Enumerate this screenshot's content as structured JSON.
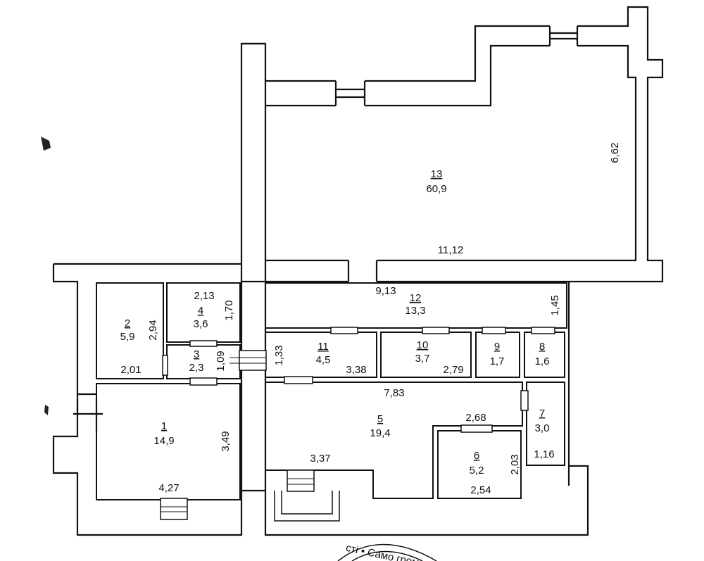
{
  "rooms": [
    {
      "id": "1",
      "number": "1",
      "area": "14,9"
    },
    {
      "id": "2",
      "number": "2",
      "area": "5,9"
    },
    {
      "id": "3",
      "number": "3",
      "area": "2,3"
    },
    {
      "id": "4",
      "number": "4",
      "area": "3,6"
    },
    {
      "id": "5",
      "number": "5",
      "area": "19,4"
    },
    {
      "id": "6",
      "number": "6",
      "area": "5,2"
    },
    {
      "id": "7",
      "number": "7",
      "area": "3,0"
    },
    {
      "id": "8",
      "number": "8",
      "area": "1,6"
    },
    {
      "id": "9",
      "number": "9",
      "area": "1,7"
    },
    {
      "id": "10",
      "number": "10",
      "area": "3,7"
    },
    {
      "id": "11",
      "number": "11",
      "area": "4,5"
    },
    {
      "id": "12",
      "number": "12",
      "area": "13,3"
    },
    {
      "id": "13",
      "number": "13",
      "area": "60,9"
    }
  ],
  "dimensions": {
    "d662": "6,62",
    "d1112": "11,12",
    "d913": "9,13",
    "d145": "1,45",
    "d213": "2,13",
    "d170": "1,70",
    "d294": "2,94",
    "d201": "2,01",
    "d109": "1,09",
    "d133": "1,33",
    "d338": "3,38",
    "d279": "2,79",
    "d783": "7,83",
    "d268": "2,68",
    "d349": "3,49",
    "d203": "2,03",
    "d116": "1,16",
    "d337": "3,37",
    "d427": "4,27",
    "d254": "2,54"
  },
  "stamp": {
    "text": "сті • Само громадсь"
  }
}
